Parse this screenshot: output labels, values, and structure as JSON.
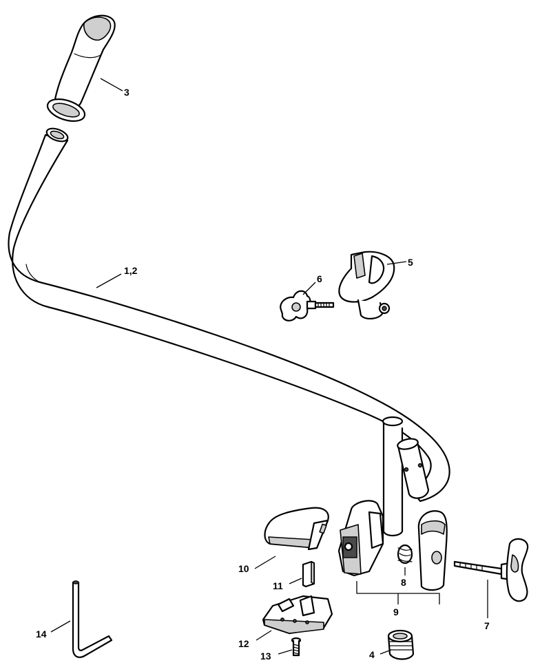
{
  "callouts": {
    "c1_2": "1,2",
    "c3": "3",
    "c4": "4",
    "c5": "5",
    "c6": "6",
    "c7": "7",
    "c8": "8",
    "c9": "9",
    "c10": "10",
    "c11": "11",
    "c12": "12",
    "c13": "13",
    "c14": "14"
  }
}
